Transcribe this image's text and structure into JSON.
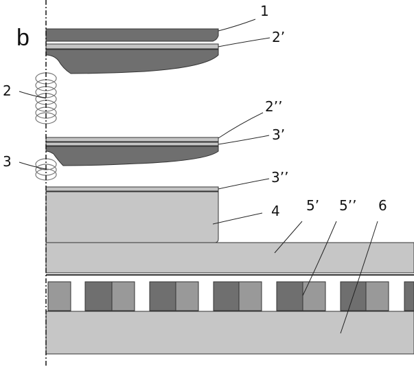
{
  "figure": {
    "panel_label": "b",
    "labels": {
      "l1": "1",
      "l2p": "2’",
      "l2": "2",
      "l2pp": "2’’",
      "l3p": "3’",
      "l3": "3",
      "l3pp": "3’’",
      "l4": "4",
      "l5p": "5’",
      "l5pp": "5’’",
      "l6": "6"
    }
  },
  "colors": {
    "dark_gray": "#6f6f6f",
    "mid_gray": "#999999",
    "light_gray": "#c4c4c4",
    "pale_gray": "#d5d5d5",
    "outline": "#333333"
  }
}
